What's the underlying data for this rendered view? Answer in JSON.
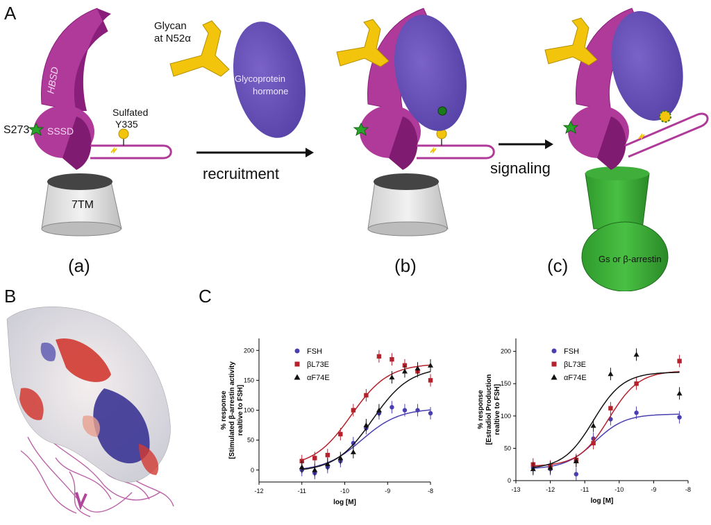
{
  "panels": {
    "A": "A",
    "B": "B",
    "C": "C"
  },
  "schematic": {
    "glycan_label_line1": "Glycan",
    "glycan_label_line2": "at N52α",
    "hormone_label_line1": "Glycoprotein",
    "hormone_label_line2": "hormone",
    "hbsd": "HBSD",
    "sssd": "SSSD",
    "s273": "S273",
    "sulfated_line1": "Sulfated",
    "sulfated_line2": "Y335",
    "tm": "7TM",
    "recruitment": "recruitment",
    "signaling": "signaling",
    "gs_label": "Gs or β-arrestin",
    "sub_a": "(a)",
    "sub_b": "(b)",
    "sub_c": "(c)"
  },
  "colors": {
    "receptor": "#b03a9a",
    "receptor_dark": "#8a1f7b",
    "hormone": "#6650b6",
    "glycan": "#f2c40c",
    "gprotein": "#3fae3a",
    "barrel": "#d8d8d8",
    "fsh": "#4a3fb0",
    "bl73e": "#b5212c",
    "af74e": "#111111"
  },
  "chart_data": [
    {
      "type": "scatter",
      "xlabel": "log [M]",
      "ylabel_line1": "% response",
      "ylabel_line2": "[Stimulated β-arrestin activity",
      "ylabel_line3": "realtive to FSH]",
      "xlim": [
        -12,
        -8
      ],
      "ylim": [
        -20,
        220
      ],
      "xticks": [
        "-12",
        "-11",
        "-10",
        "-9",
        "-8"
      ],
      "yticks": [
        "0",
        "50",
        "100",
        "150",
        "200"
      ],
      "legend_position": "top-left",
      "series": [
        {
          "name": "FSH",
          "marker": "circle",
          "x": [
            -11,
            -10.7,
            -10.4,
            -10.1,
            -9.8,
            -9.5,
            -9.2,
            -8.9,
            -8.6,
            -8.3,
            -8
          ],
          "y": [
            0,
            -5,
            5,
            15,
            45,
            70,
            95,
            105,
            100,
            100,
            95
          ],
          "curve_top": 103,
          "curve_bottom": -2,
          "curve_logec50": -9.6
        },
        {
          "name": "βL73E",
          "marker": "square",
          "x": [
            -11,
            -10.7,
            -10.4,
            -10.1,
            -9.8,
            -9.5,
            -9.2,
            -8.9,
            -8.6,
            -8.3,
            -8
          ],
          "y": [
            15,
            20,
            25,
            60,
            100,
            125,
            190,
            185,
            175,
            165,
            150
          ],
          "curve_top": 178,
          "curve_bottom": 5,
          "curve_logec50": -9.85
        },
        {
          "name": "αF74E",
          "marker": "triangle",
          "x": [
            -11,
            -10.7,
            -10.4,
            -10.1,
            -9.8,
            -9.5,
            -9.2,
            -8.9,
            -8.6,
            -8.3,
            -8
          ],
          "y": [
            5,
            0,
            10,
            20,
            30,
            75,
            100,
            155,
            165,
            170,
            175
          ],
          "curve_top": 172,
          "curve_bottom": -3,
          "curve_logec50": -9.35
        }
      ]
    },
    {
      "type": "scatter",
      "xlabel": "log [M]",
      "ylabel_line1": "% response",
      "ylabel_line2": "[Estradiol Production",
      "ylabel_line3": "realtive to FSH]",
      "xlim": [
        -13,
        -8
      ],
      "ylim": [
        0,
        220
      ],
      "xticks": [
        "-13",
        "-12",
        "-11",
        "-10",
        "-9",
        "-8"
      ],
      "yticks": [
        "0",
        "50",
        "100",
        "150",
        "200"
      ],
      "legend_position": "top-left",
      "series": [
        {
          "name": "FSH",
          "marker": "circle",
          "x": [
            -12.5,
            -12,
            -11.25,
            -10.75,
            -10.25,
            -9.5,
            -8.25
          ],
          "y": [
            20,
            18,
            10,
            65,
            95,
            105,
            98
          ],
          "curve_top": 103,
          "curve_bottom": 18,
          "curve_logec50": -10.7
        },
        {
          "name": "βL73E",
          "marker": "square",
          "x": [
            -12.5,
            -12,
            -11.25,
            -10.75,
            -10.25,
            -9.5,
            -8.25
          ],
          "y": [
            25,
            22,
            32,
            58,
            112,
            150,
            185
          ],
          "curve_top": 170,
          "curve_bottom": 22,
          "curve_logec50": -10.3
        },
        {
          "name": "αF74E",
          "marker": "triangle",
          "x": [
            -12.5,
            -12,
            -11.25,
            -10.75,
            -10.25,
            -9.5,
            -8.25
          ],
          "y": [
            18,
            20,
            30,
            85,
            165,
            195,
            135
          ],
          "curve_top": 168,
          "curve_bottom": 18,
          "curve_logec50": -10.75
        }
      ]
    }
  ]
}
